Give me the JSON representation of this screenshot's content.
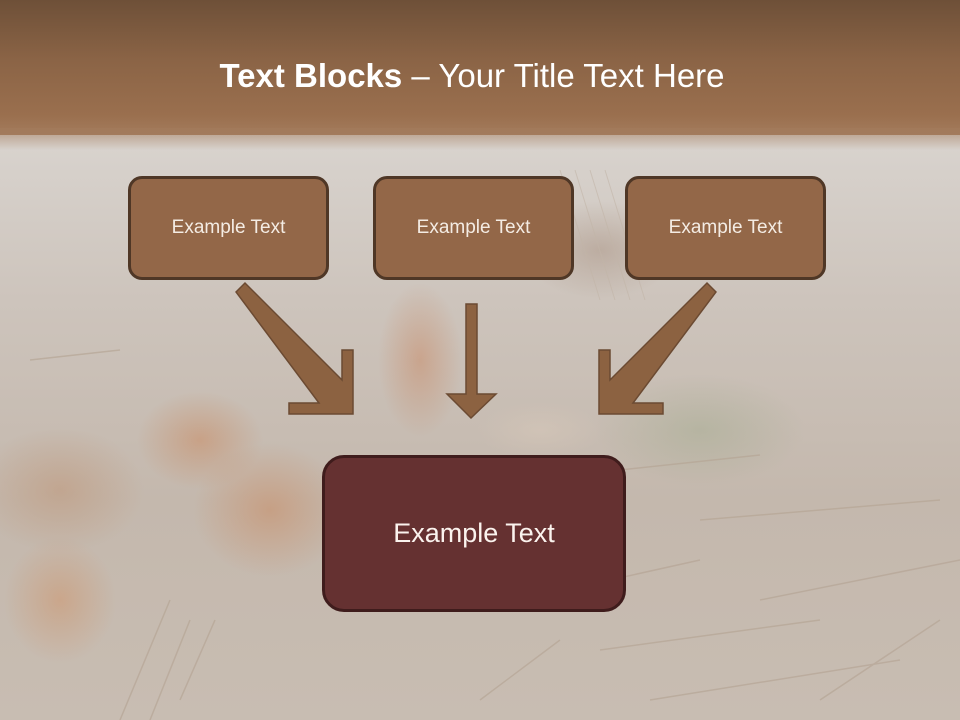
{
  "slide": {
    "title_bold": "Text Blocks",
    "title_dash": " – ",
    "title_rest": "Your Title Text Here",
    "top_boxes": [
      {
        "label": "Example Text"
      },
      {
        "label": "Example Text"
      },
      {
        "label": "Example Text"
      }
    ],
    "bottom_box": {
      "label": "Example Text"
    },
    "colors": {
      "header": "#8b6446",
      "top_box_fill": "#936748",
      "top_box_border": "#4f3726",
      "bottom_box_fill": "#653131",
      "bottom_box_border": "#3f1c1c",
      "arrow_fill": "#8c6241",
      "arrow_border": "#5c3f2a"
    },
    "background_image": "mushrooms-on-forest-floor"
  }
}
